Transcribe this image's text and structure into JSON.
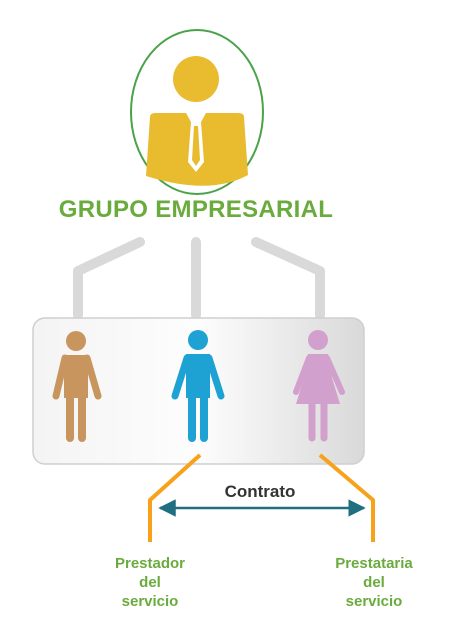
{
  "title": "GRUPO EMPRESARIAL",
  "contract_label": "Contrato",
  "roles": {
    "provider": [
      "Prestador",
      "del",
      "servicio"
    ],
    "client": [
      "Prestataria",
      "del",
      "servicio"
    ]
  },
  "colors": {
    "title_green": "#6aab3e",
    "ring_green": "#4aa34a",
    "executive_yellow": "#e9bb2f",
    "connector_gray": "#d9d9d9",
    "figure_brown": "#c8955e",
    "figure_blue": "#1ea2d4",
    "figure_pink": "#d2a0cc",
    "orange": "#f7a21a",
    "arrow_teal": "#1f6f80",
    "label_dark": "#333333"
  },
  "icons": {
    "executive": "businessman-icon",
    "left": "person-icon",
    "center": "person-icon",
    "right": "woman-icon"
  }
}
